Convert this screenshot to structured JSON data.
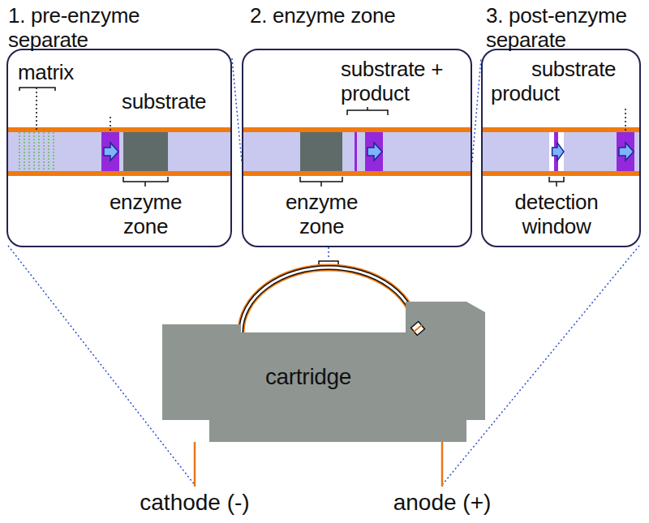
{
  "diagram": {
    "nodes": [
      {
        "text": [
          "1. pre-enzyme separate",
          "matrix",
          "substrate",
          "enzyme zone"
        ]
      },
      {
        "text": [
          "2. enzyme zone",
          "substrate + product",
          "enzyme zone"
        ]
      },
      {
        "text": [
          "3. post-enzyme separate",
          "substrate",
          "product",
          "detection window"
        ]
      },
      {
        "text": [
          "cartridge"
        ]
      }
    ],
    "labels": [
      "cathode (-)",
      "anode (+)"
    ]
  }
}
